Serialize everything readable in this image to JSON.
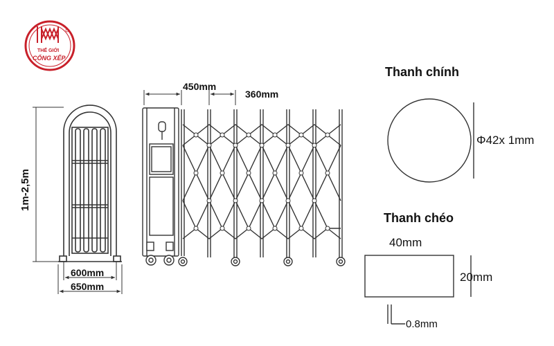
{
  "logo": {
    "line1": "THẾ GIỚI",
    "line2": "CỔNG XẾP",
    "color": "#c8202a"
  },
  "dimensions": {
    "height_range": "1m-2,5m",
    "base_inner": "600mm",
    "base_outer": "650mm",
    "top_spacing_1": "450mm",
    "top_spacing_2": "360mm"
  },
  "main_bar": {
    "title": "Thanh chính",
    "spec": "Φ42x 1mm"
  },
  "cross_bar": {
    "title": "Thanh chéo",
    "width": "40mm",
    "height": "20mm",
    "thickness": "0.8mm"
  },
  "colors": {
    "line": "#333333",
    "brand": "#c8202a"
  }
}
